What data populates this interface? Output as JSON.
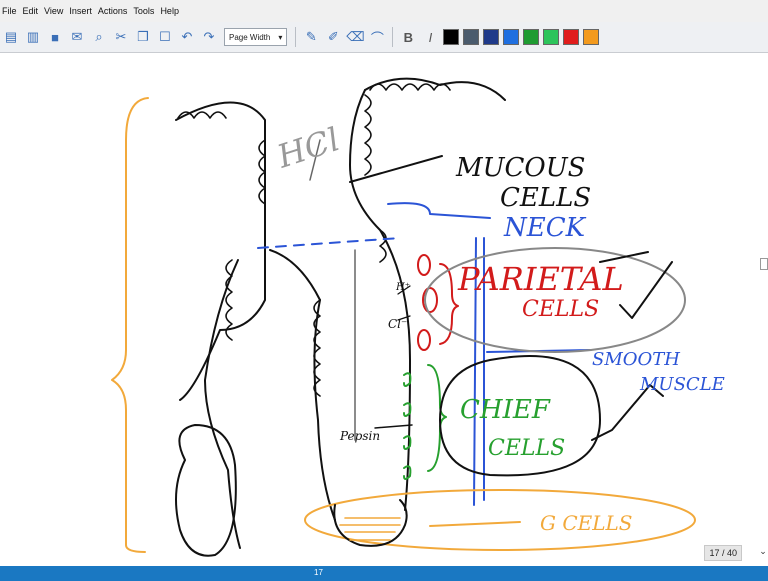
{
  "menu": [
    "File",
    "Edit",
    "View",
    "Insert",
    "Actions",
    "Tools",
    "Help"
  ],
  "toolbar": {
    "zoom_label": "Page Width",
    "bold_label": "B",
    "italic_label": "I",
    "colors": [
      "#000000",
      "#4a5b6d",
      "#1f3a8a",
      "#1f6fe0",
      "#1e9b32",
      "#2cc45b",
      "#e01c1c",
      "#f39a1d"
    ]
  },
  "annotations": {
    "hcl": "HCl",
    "mucous": "MUCOUS",
    "cells1": "CELLS",
    "neck": "NECK",
    "parietal": "PARIETAL",
    "cells2": "CELLS",
    "smooth": "SMOOTH",
    "muscle": "MUSCLE",
    "chief": "CHIEF",
    "cells3": "CELLS",
    "g_cells": "G CELLS",
    "h_ion": "H⁺",
    "cl_ion": "Cl⁻",
    "pepsin": "Pepsin"
  },
  "status": {
    "page_indicator": "17 / 40",
    "page_number": "17"
  }
}
